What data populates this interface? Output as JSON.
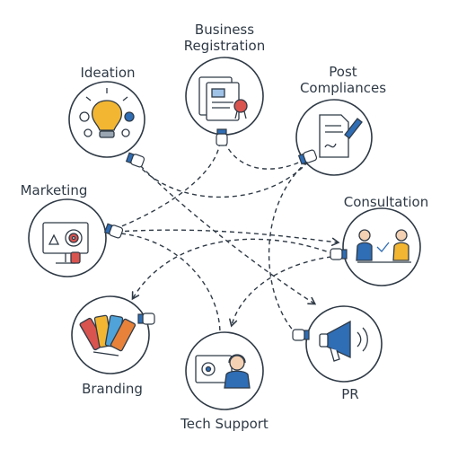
{
  "nodes": [
    {
      "id": "ideation",
      "label": "Ideation",
      "icon": "lightbulb-icon"
    },
    {
      "id": "business_registration",
      "label": "Business\nRegistration",
      "icon": "documents-certificate-icon"
    },
    {
      "id": "post_compliances",
      "label": "Post\nCompliances",
      "icon": "signed-document-pen-icon"
    },
    {
      "id": "marketing",
      "label": "Marketing",
      "icon": "presentation-target-icon"
    },
    {
      "id": "consultation",
      "label": "Consultation",
      "icon": "meeting-people-icon"
    },
    {
      "id": "branding",
      "label": "Branding",
      "icon": "color-swatches-icon"
    },
    {
      "id": "tech_support",
      "label": "Tech Support",
      "icon": "headset-agent-icon"
    },
    {
      "id": "pr",
      "label": "PR",
      "icon": "megaphone-icon"
    }
  ],
  "connections": [
    {
      "from": "ideation",
      "to": "pr"
    },
    {
      "from": "ideation",
      "to": "post_compliances"
    },
    {
      "from": "business_registration",
      "to": "marketing"
    },
    {
      "from": "business_registration",
      "to": "post_compliances"
    },
    {
      "from": "post_compliances",
      "to": "pr"
    },
    {
      "from": "marketing",
      "to": "tech_support"
    },
    {
      "from": "marketing",
      "to": "consultation"
    },
    {
      "from": "consultation",
      "to": "branding"
    },
    {
      "from": "consultation",
      "to": "tech_support"
    }
  ],
  "colors": {
    "line": "#2f3a46",
    "accent_blue": "#2f6db5",
    "accent_yellow": "#f2b632",
    "accent_orange": "#e8823a",
    "accent_red": "#d9534f"
  }
}
